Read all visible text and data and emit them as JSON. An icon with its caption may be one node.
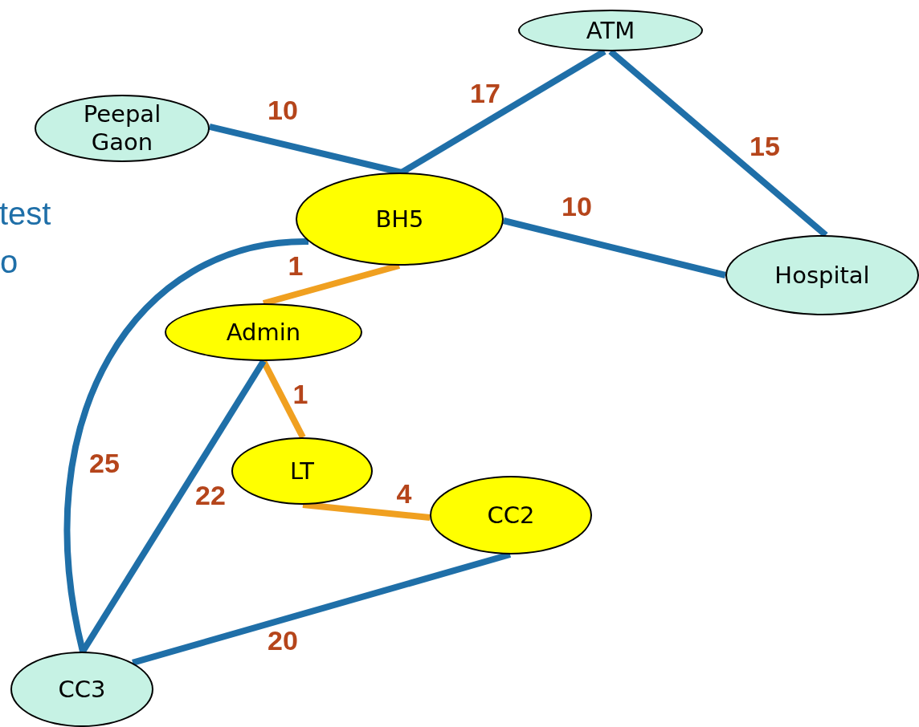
{
  "diagram": {
    "nodes": [
      {
        "text": [
          "ATM"
        ]
      },
      {
        "text": [
          "Peepal Gaon"
        ]
      },
      {
        "text": [
          "BH5"
        ]
      },
      {
        "text": [
          "Hospital"
        ]
      },
      {
        "text": [
          "Admin"
        ]
      },
      {
        "text": [
          "LT"
        ]
      },
      {
        "text": [
          "CC2"
        ]
      },
      {
        "text": [
          "CC3"
        ]
      }
    ],
    "edges": [
      {
        "from": 1,
        "to": 2,
        "arrow": "none",
        "label": "10"
      },
      {
        "from": 0,
        "to": 2,
        "arrow": "none",
        "label": "17"
      },
      {
        "from": 0,
        "to": 3,
        "arrow": "none",
        "label": "15"
      },
      {
        "from": 2,
        "to": 3,
        "arrow": "none",
        "label": "10"
      },
      {
        "from": 2,
        "to": 4,
        "arrow": "none",
        "label": "1",
        "color": "#f0a020"
      },
      {
        "from": 4,
        "to": 5,
        "arrow": "none",
        "label": "1",
        "color": "#f0a020"
      },
      {
        "from": 5,
        "to": 6,
        "arrow": "none",
        "label": "4",
        "color": "#f0a020"
      },
      {
        "from": 2,
        "to": 7,
        "arrow": "none",
        "label": "25"
      },
      {
        "from": 4,
        "to": 7,
        "arrow": "none",
        "label": "22"
      },
      {
        "from": 6,
        "to": 7,
        "arrow": "none",
        "label": "20"
      }
    ],
    "labels": [
      "test",
      "o"
    ]
  }
}
